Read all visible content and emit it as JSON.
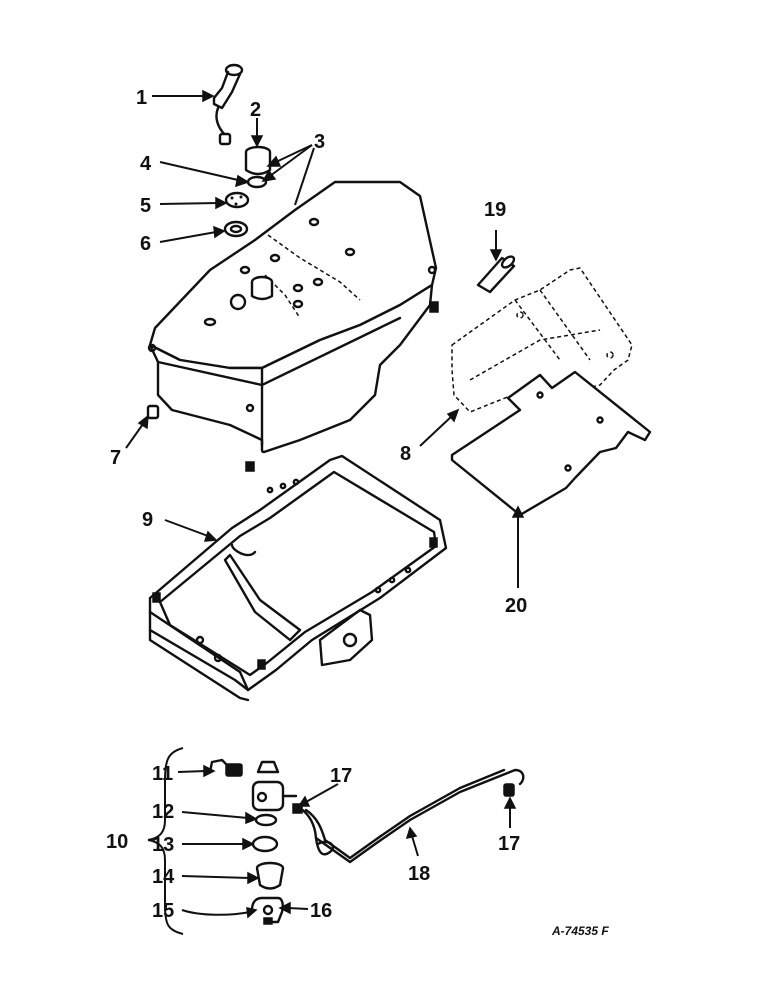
{
  "callouts": [
    {
      "id": "c1",
      "text": "1"
    },
    {
      "id": "c2",
      "text": "2"
    },
    {
      "id": "c3",
      "text": "3"
    },
    {
      "id": "c4",
      "text": "4"
    },
    {
      "id": "c5",
      "text": "5"
    },
    {
      "id": "c6",
      "text": "6"
    },
    {
      "id": "c7",
      "text": "7"
    },
    {
      "id": "c8",
      "text": "8"
    },
    {
      "id": "c9",
      "text": "9"
    },
    {
      "id": "c10",
      "text": "10"
    },
    {
      "id": "c11",
      "text": "11"
    },
    {
      "id": "c12",
      "text": "12"
    },
    {
      "id": "c13",
      "text": "13"
    },
    {
      "id": "c14",
      "text": "14"
    },
    {
      "id": "c15",
      "text": "15"
    },
    {
      "id": "c16",
      "text": "16"
    },
    {
      "id": "c17a",
      "text": "17"
    },
    {
      "id": "c17b",
      "text": "17"
    },
    {
      "id": "c18",
      "text": "18"
    },
    {
      "id": "c19",
      "text": "19"
    },
    {
      "id": "c20",
      "text": "20"
    }
  ],
  "drawing_code": "A-74535 F",
  "colors": {
    "ink": "#111111",
    "paper": "#ffffff"
  }
}
